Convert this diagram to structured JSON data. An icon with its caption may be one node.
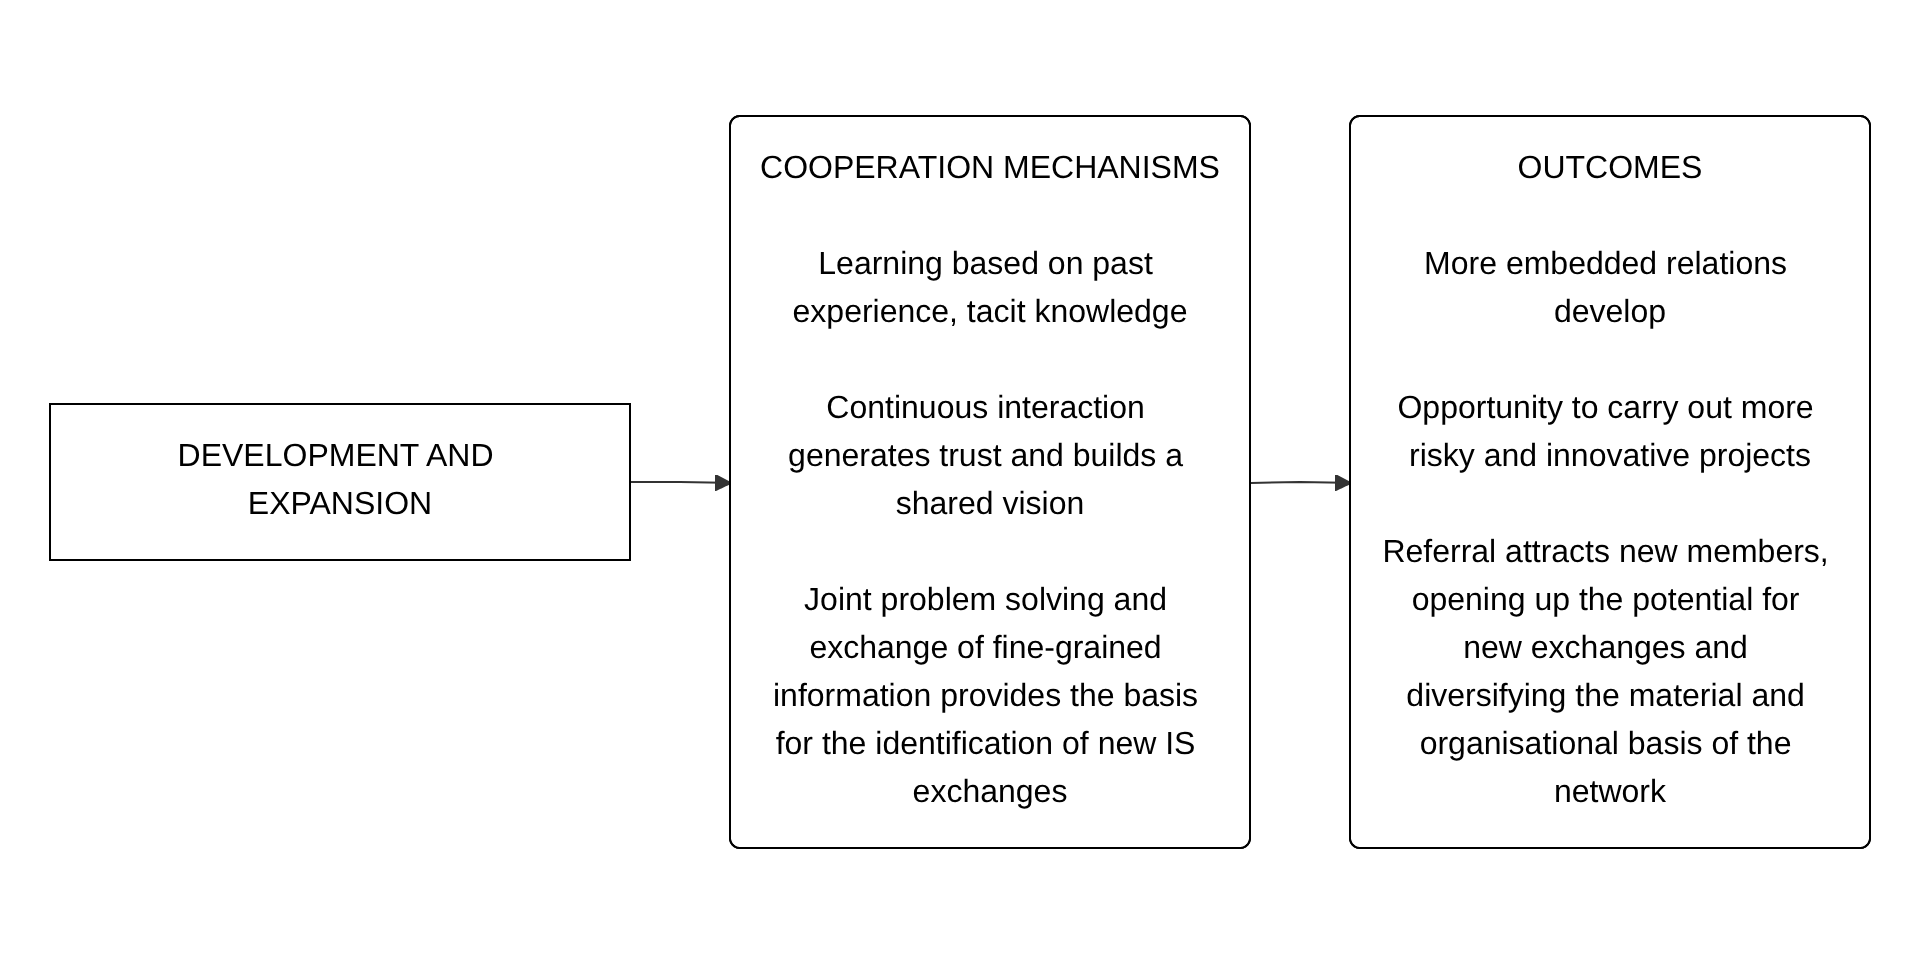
{
  "diagram": {
    "nodes": [
      {
        "text": [
          "DEVELOPMENT AND EXPANSION"
        ]
      },
      {
        "text": [
          "COOPERATION MECHANISMS",
          "Learning based on past experience, tacit knowledge",
          "Continuous interaction generates trust and builds a shared vision",
          "Joint problem solving and exchange of fine-grained information provides the basis for the identification of new IS exchanges"
        ]
      },
      {
        "text": [
          "OUTCOMES",
          "More embedded relations develop",
          "Opportunity to carry out more risky and innovative projects",
          "Referral attracts new members, opening up the potential for new exchanges and diversifying the material and organisational basis of the network"
        ]
      }
    ],
    "edges": [
      {
        "from": 0,
        "to": 1,
        "arrow": "to"
      },
      {
        "from": 1,
        "to": 2,
        "arrow": "to"
      }
    ]
  }
}
